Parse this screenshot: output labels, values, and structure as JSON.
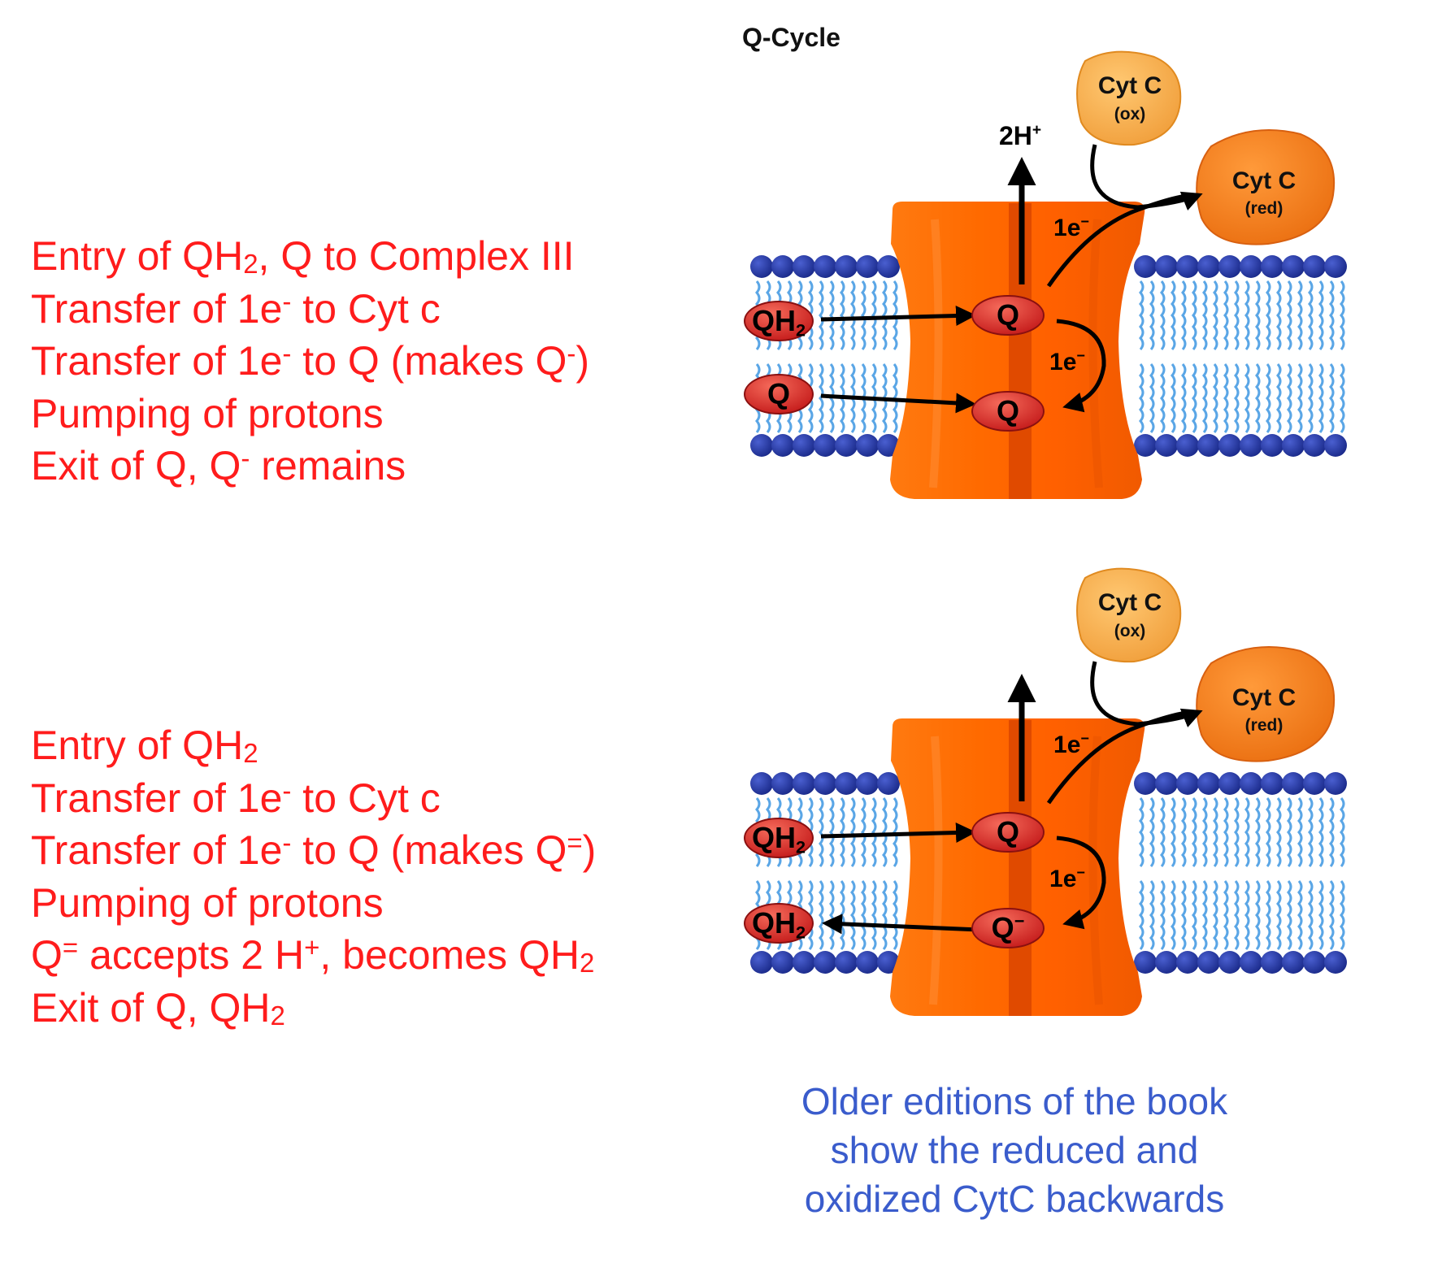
{
  "diagram_title": "Q-Cycle",
  "colors": {
    "step_text": "#ff1c1c",
    "note_text": "#3a5ccc",
    "complex": "#ff6a00",
    "complex_dark": "#e04a00",
    "lipid_head": "#2236a0",
    "lipid_tail": "#5aa6e6",
    "cytc_ox": "#f6a94a",
    "cytc_red": "#f07a1a",
    "quinone": "#dc2a2a"
  },
  "panel1": {
    "steps": [
      {
        "parts": [
          {
            "t": "Entry of QH"
          },
          {
            "sub": "2"
          },
          {
            "t": ", Q to Complex III"
          }
        ]
      },
      {
        "parts": [
          {
            "t": "Transfer of 1e"
          },
          {
            "sup": "-"
          },
          {
            "t": " to Cyt c"
          }
        ]
      },
      {
        "parts": [
          {
            "t": "Transfer of 1e"
          },
          {
            "sup": "-"
          },
          {
            "t": " to Q (makes Q"
          },
          {
            "sup": "-"
          },
          {
            "t": ")"
          }
        ]
      },
      {
        "parts": [
          {
            "t": "Pumping of protons"
          }
        ]
      },
      {
        "parts": [
          {
            "t": "Exit of Q, Q"
          },
          {
            "sup": "-"
          },
          {
            "t": " remains"
          }
        ]
      }
    ],
    "diagram": {
      "cytc_ox": {
        "name": "Cyt C",
        "state": "(ox)"
      },
      "cytc_red": {
        "name": "Cyt C",
        "state": "(red)"
      },
      "proton_label": "2H",
      "proton_sup": "+",
      "electron_top": "1e",
      "electron_top_sup": "−",
      "electron_mid": "1e",
      "electron_mid_sup": "−",
      "outer_top": "QH",
      "outer_top_sub": "2",
      "outer_bottom": "Q",
      "outer_bottom_sub": "",
      "inner_top": "Q",
      "inner_bottom": "Q",
      "inner_bottom_sup": ""
    }
  },
  "panel2": {
    "steps": [
      {
        "parts": [
          {
            "t": "Entry of QH"
          },
          {
            "sub": "2"
          }
        ]
      },
      {
        "parts": [
          {
            "t": "Transfer of 1e"
          },
          {
            "sup": "-"
          },
          {
            "t": " to Cyt c"
          }
        ]
      },
      {
        "parts": [
          {
            "t": "Transfer of 1e"
          },
          {
            "sup": "-"
          },
          {
            "t": " to Q (makes Q"
          },
          {
            "sup": "="
          },
          {
            "t": ")"
          }
        ]
      },
      {
        "parts": [
          {
            "t": "Pumping of protons"
          }
        ]
      },
      {
        "parts": [
          {
            "t": "Q"
          },
          {
            "sup": "="
          },
          {
            "t": " accepts 2 H"
          },
          {
            "sup": "+"
          },
          {
            "t": ", becomes QH"
          },
          {
            "sub": "2"
          }
        ]
      },
      {
        "parts": [
          {
            "t": "Exit of Q, QH"
          },
          {
            "sub": "2"
          }
        ]
      }
    ],
    "diagram": {
      "cytc_ox": {
        "name": "Cyt C",
        "state": "(ox)"
      },
      "cytc_red": {
        "name": "Cyt C",
        "state": "(red)"
      },
      "proton_label": "",
      "proton_sup": "",
      "electron_top": "1e",
      "electron_top_sup": "−",
      "electron_mid": "1e",
      "electron_mid_sup": "−",
      "outer_top": "QH",
      "outer_top_sub": "2",
      "outer_bottom": "QH",
      "outer_bottom_sub": "2",
      "inner_top": "Q",
      "inner_bottom": "Q",
      "inner_bottom_sup": "−"
    }
  },
  "note": {
    "lines": [
      "Older editions of the book",
      "show the reduced and",
      "oxidized CytC backwards"
    ]
  }
}
